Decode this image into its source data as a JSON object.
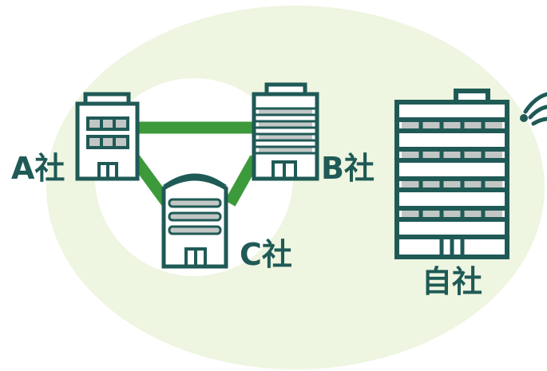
{
  "labels": {
    "company_a": "A社",
    "company_b": "B社",
    "company_c": "C社",
    "own_company": "自社"
  },
  "colors": {
    "background_blob": "#eef5e0",
    "inner_circle": "#ffffff",
    "building_outline": "#1f5a56",
    "window_fill": "#c2c7c6",
    "connector": "#3c9a3a",
    "label_text": "#1f5a56"
  },
  "icons": {
    "company_a": "office-building-icon",
    "company_b": "office-building-icon",
    "company_c": "office-building-icon",
    "own_company": "tall-office-building-icon",
    "signal": "wifi-signal-icon"
  }
}
